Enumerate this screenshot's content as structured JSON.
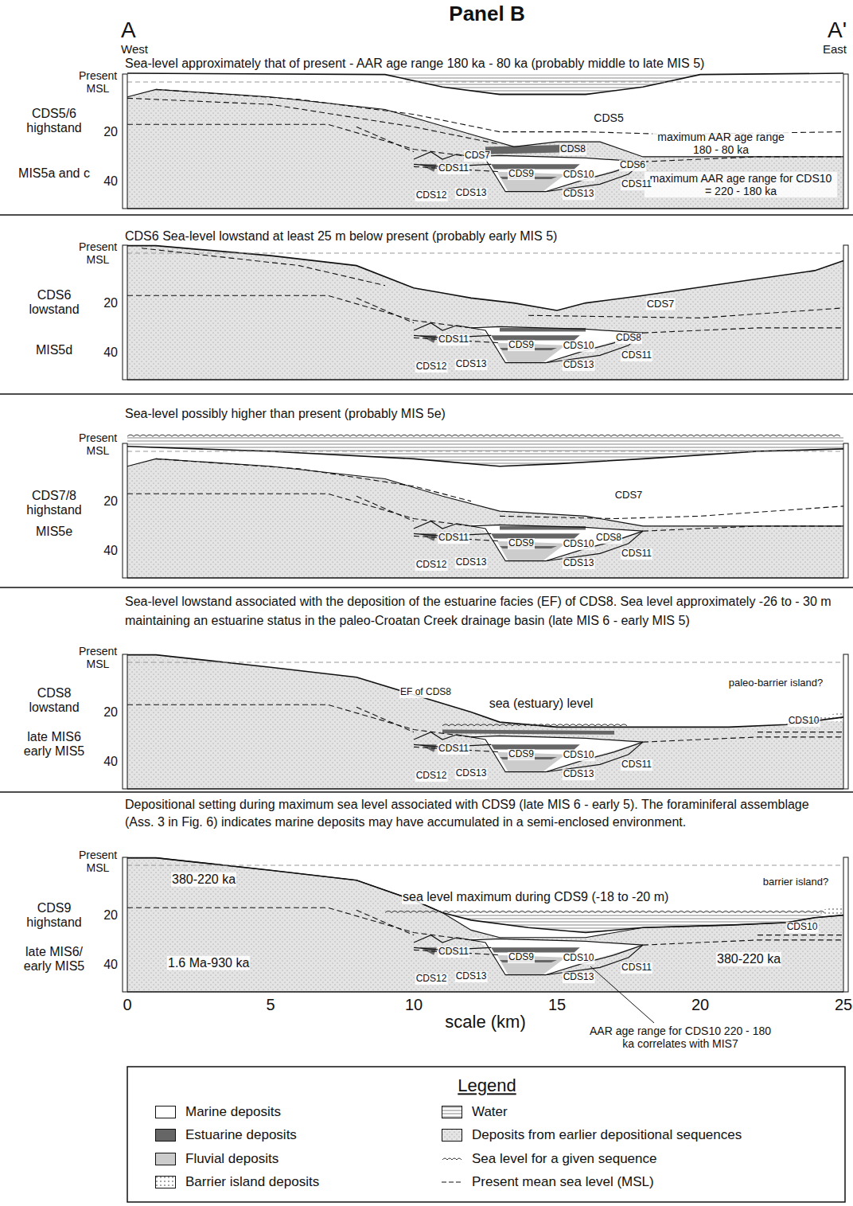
{
  "diagram": {
    "title": "Panel B",
    "labels": [
      "A",
      "West",
      "A'",
      "East",
      "Sea-level approximately that of present - AAR age range 180 ka - 80 ka (probably middle to late MIS 5)",
      "Present MSL",
      "CDS5/6 highstand",
      "MIS5a and c",
      "20",
      "40",
      "CDS5",
      "maximum AAR age range 180 - 80 ka",
      "maximum AAR age range for CDS10 = 220 - 180 ka",
      "CDS7",
      "CDS8",
      "CDS6",
      "CDS11",
      "CDS9",
      "CDS12",
      "CDS13",
      "CDS10",
      "CDS11",
      "CDS13",
      "CDS6 Sea-level lowstand at least 25 m below present (probably early MIS 5)",
      "Present MSL",
      "CDS6 lowstand",
      "MIS5d",
      "20",
      "40",
      "CDS7",
      "CDS8",
      "CDS11",
      "CDS9",
      "CDS12",
      "CDS13",
      "CDS10",
      "CDS11",
      "CDS13",
      "Sea-level possibly higher than present (probably MIS 5e)",
      "Present MSL",
      "CDS7/8 highstand",
      "MIS5e",
      "20",
      "40",
      "CDS7",
      "CDS8",
      "CDS11",
      "CDS9",
      "CDS12",
      "CDS13",
      "CDS10",
      "CDS11",
      "CDS13",
      "Sea-level lowstand associated with the deposition of the estuarine facies (EF) of CDS8. Sea level approximately -26 to - 30 m maintaining an estuarine status in the paleo-Croatan Creek drainage basin (late MIS 6 - early MIS 5)",
      "Present MSL",
      "CDS8 lowstand",
      "late MIS6 early MIS5",
      "20",
      "40",
      "EF of CDS8",
      "sea (estuary) level",
      "paleo-barrier island?",
      "CDS10",
      "CDS11",
      "CDS9",
      "CDS12",
      "CDS13",
      "CDS10",
      "CDS11",
      "CDS13",
      "Depositional setting during maximum sea level associated with CDS9 (late MIS 6 - early 5). The foraminiferal assemblage (Ass. 3 in Fig. 6) indicates marine deposits may have accumulated in a semi-enclosed environment.",
      "Present MSL",
      "CDS9 highstand",
      "late MIS6/ early MIS5",
      "20",
      "40",
      "380-220 ka",
      "1.6 Ma-930 ka",
      "sea level maximum during CDS9 (-18 to -20 m)",
      "barrier island?",
      "CDS10",
      "380-220 ka",
      "CDS11",
      "CDS9",
      "CDS12",
      "CDS13",
      "CDS10",
      "CDS11",
      "CDS13",
      "AAR age range for CDS10 220 - 180 ka correlates with MIS7",
      "0",
      "5",
      "10",
      "15",
      "20",
      "25",
      "scale (km)",
      "Legend"
    ],
    "legend": [
      {
        "text": "Marine deposits",
        "color": "#ffffff"
      },
      {
        "text": "Estuarine deposits",
        "color": "#666666"
      },
      {
        "text": "Fluvial deposits",
        "color": "#cccccc"
      },
      {
        "text": "Barrier island deposits"
      },
      {
        "text": "Water"
      },
      {
        "text": "Deposits from earlier depositional sequences"
      },
      {
        "text": "Sea level for a given sequence"
      },
      {
        "text": "Present mean sea level (MSL)"
      }
    ]
  }
}
